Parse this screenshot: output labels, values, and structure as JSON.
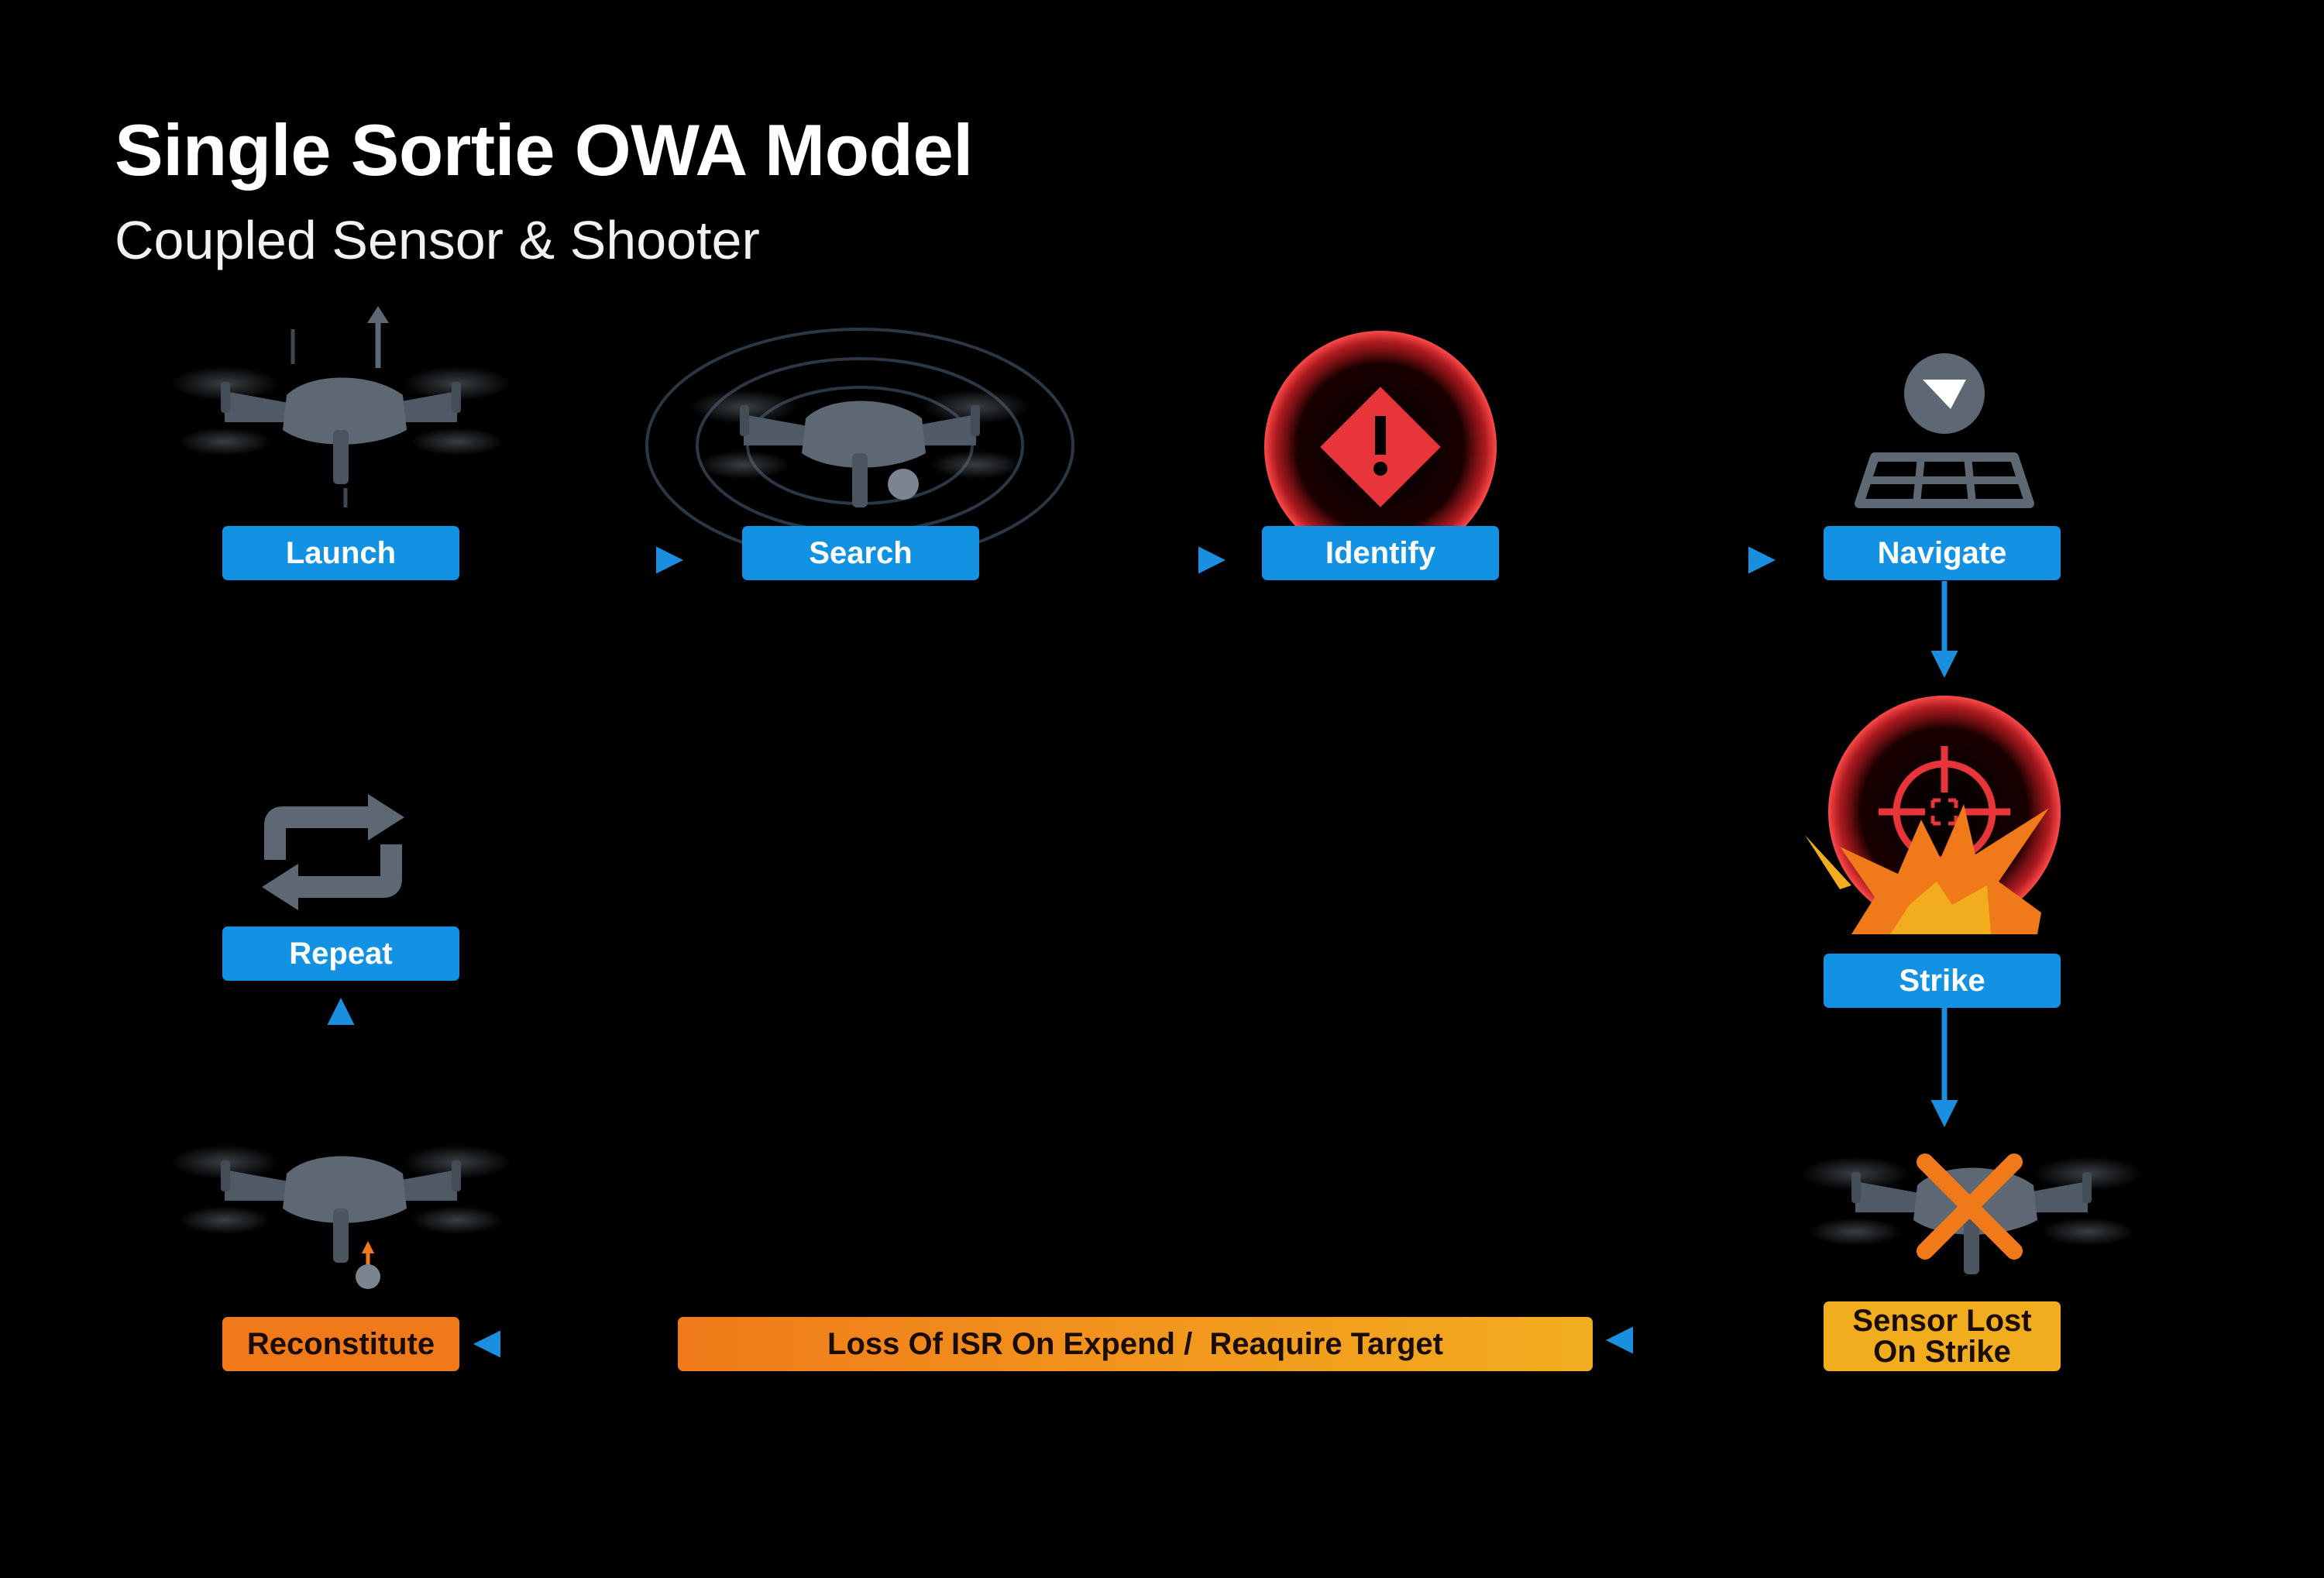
{
  "title": "Single Sortie OWA Model",
  "subtitle": "Coupled Sensor & Shooter",
  "stages": {
    "launch": "Launch",
    "search": "Search",
    "identify": "Identify",
    "navigate": "Navigate",
    "strike": "Strike",
    "sensor_lost": "Sensor Lost\nOn Strike",
    "reconstitute": "Reconstitute",
    "repeat": "Repeat"
  },
  "loss_bar": "Loss Of ISR On Expend /  Reaquire Target",
  "icons": {
    "launch": "drone-launch-icon",
    "search": "drone-radar-icon",
    "identify": "warning-diamond-icon",
    "navigate": "map-navigation-icon",
    "strike": "target-explosion-icon",
    "sensor_lost": "drone-crossed-icon",
    "reconstitute": "drone-rearm-icon",
    "repeat": "repeat-icon"
  },
  "colors": {
    "background": "#000000",
    "stage_blue": "#1391e3",
    "arrow_blue": "#1a8fe0",
    "alert_red": "#e8353a",
    "strike_orange": "#f07a1a",
    "amber": "#f2ad1f",
    "drone_gray": "#5d6874"
  }
}
